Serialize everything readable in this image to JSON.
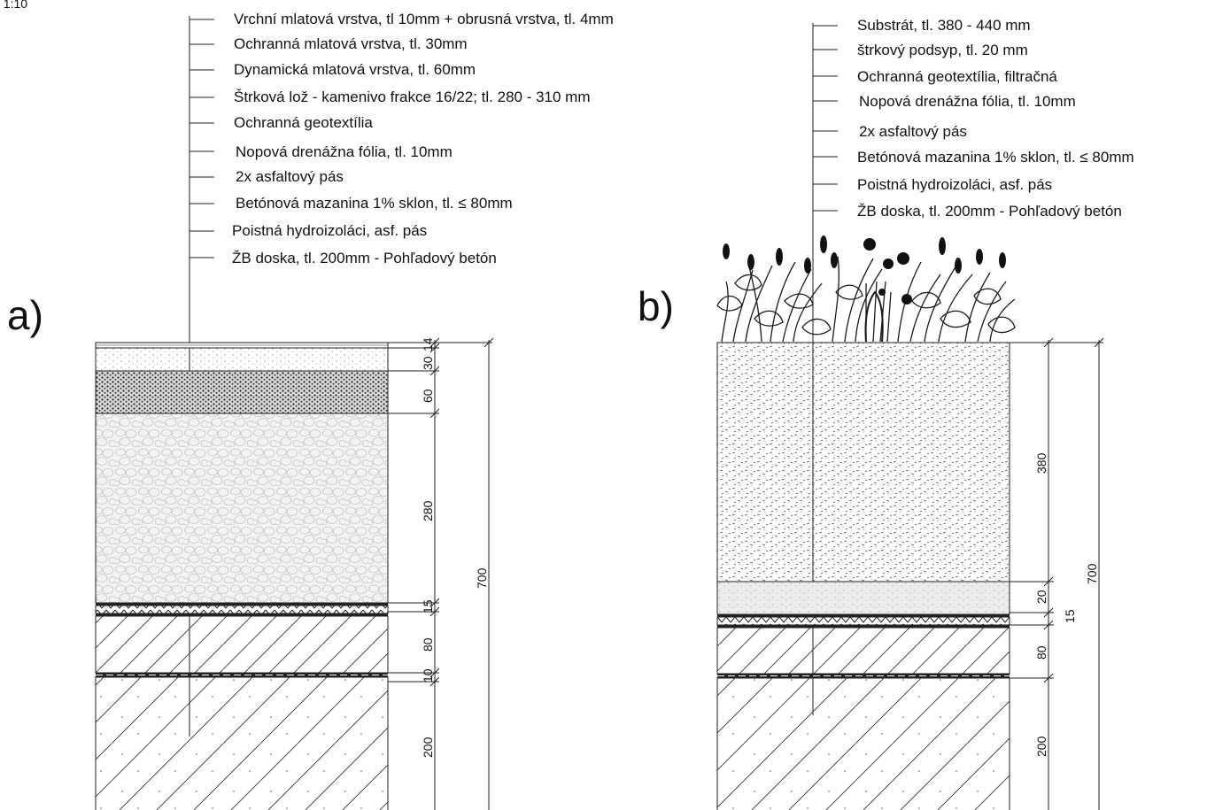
{
  "scale_label": ": 1:10",
  "section_a": {
    "title": "a)",
    "layers": [
      "Vrchní mlatová vrstva, tl 10mm + obrusná vrstva, tl. 4mm",
      "Ochranná mlatová vrstva, tl. 30mm",
      "Dynamická mlatová vrstva, tl. 60mm",
      "Štrková lož - kamenivo frakce 16/22; tl. 280 - 310 mm",
      "Ochranná geotextília",
      "Nopová drenážna fólia, tl. 10mm",
      "2x asfaltový pás",
      "Betónová mazanina 1% sklon, tl. ≤ 80mm",
      "Poistná hydroizoláci, asf. pás",
      "ŽB doska, tl. 200mm - Pohľadový betón"
    ],
    "dims": [
      "14",
      "30",
      "60",
      "280",
      "15",
      "80",
      "10",
      "200"
    ],
    "total": "700"
  },
  "section_b": {
    "title": "b)",
    "layers": [
      "Substrát, tl. 380 - 440 mm",
      "štrkový podsyp, tl. 20 mm",
      "Ochranná geotextília, filtračná",
      "Nopová drenážna fólia, tl. 10mm",
      "2x asfaltový pás",
      "Betónová mazanina 1% sklon, tl. ≤ 80mm",
      "Poistná hydroizoláci, asf. pás",
      "ŽB doska, tl. 200mm - Pohľadový betón"
    ],
    "dims": [
      "380",
      "20",
      "15",
      "80",
      "200"
    ],
    "total": "700"
  }
}
